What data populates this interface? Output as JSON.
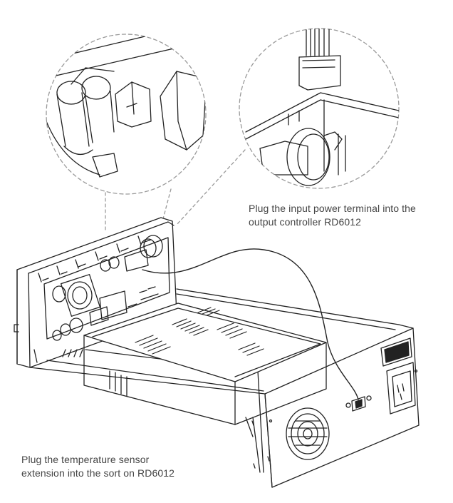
{
  "captions": {
    "input_terminal": {
      "line1": "Plug the input power terminal into the",
      "line2": "output controller RD6012"
    },
    "temp_sensor": {
      "line1": "Plug the temperature sensor",
      "line2": "extension into the sort on RD6012"
    }
  },
  "colors": {
    "line": "#222222",
    "leader": "#9a9a9a",
    "background": "#ffffff",
    "text": "#444444"
  },
  "icons": {
    "fan": "fan-grille-icon",
    "switch": "rocker-switch-icon",
    "ac_inlet": "ac-power-inlet-icon",
    "probe_port": "sensor-port-icon"
  }
}
